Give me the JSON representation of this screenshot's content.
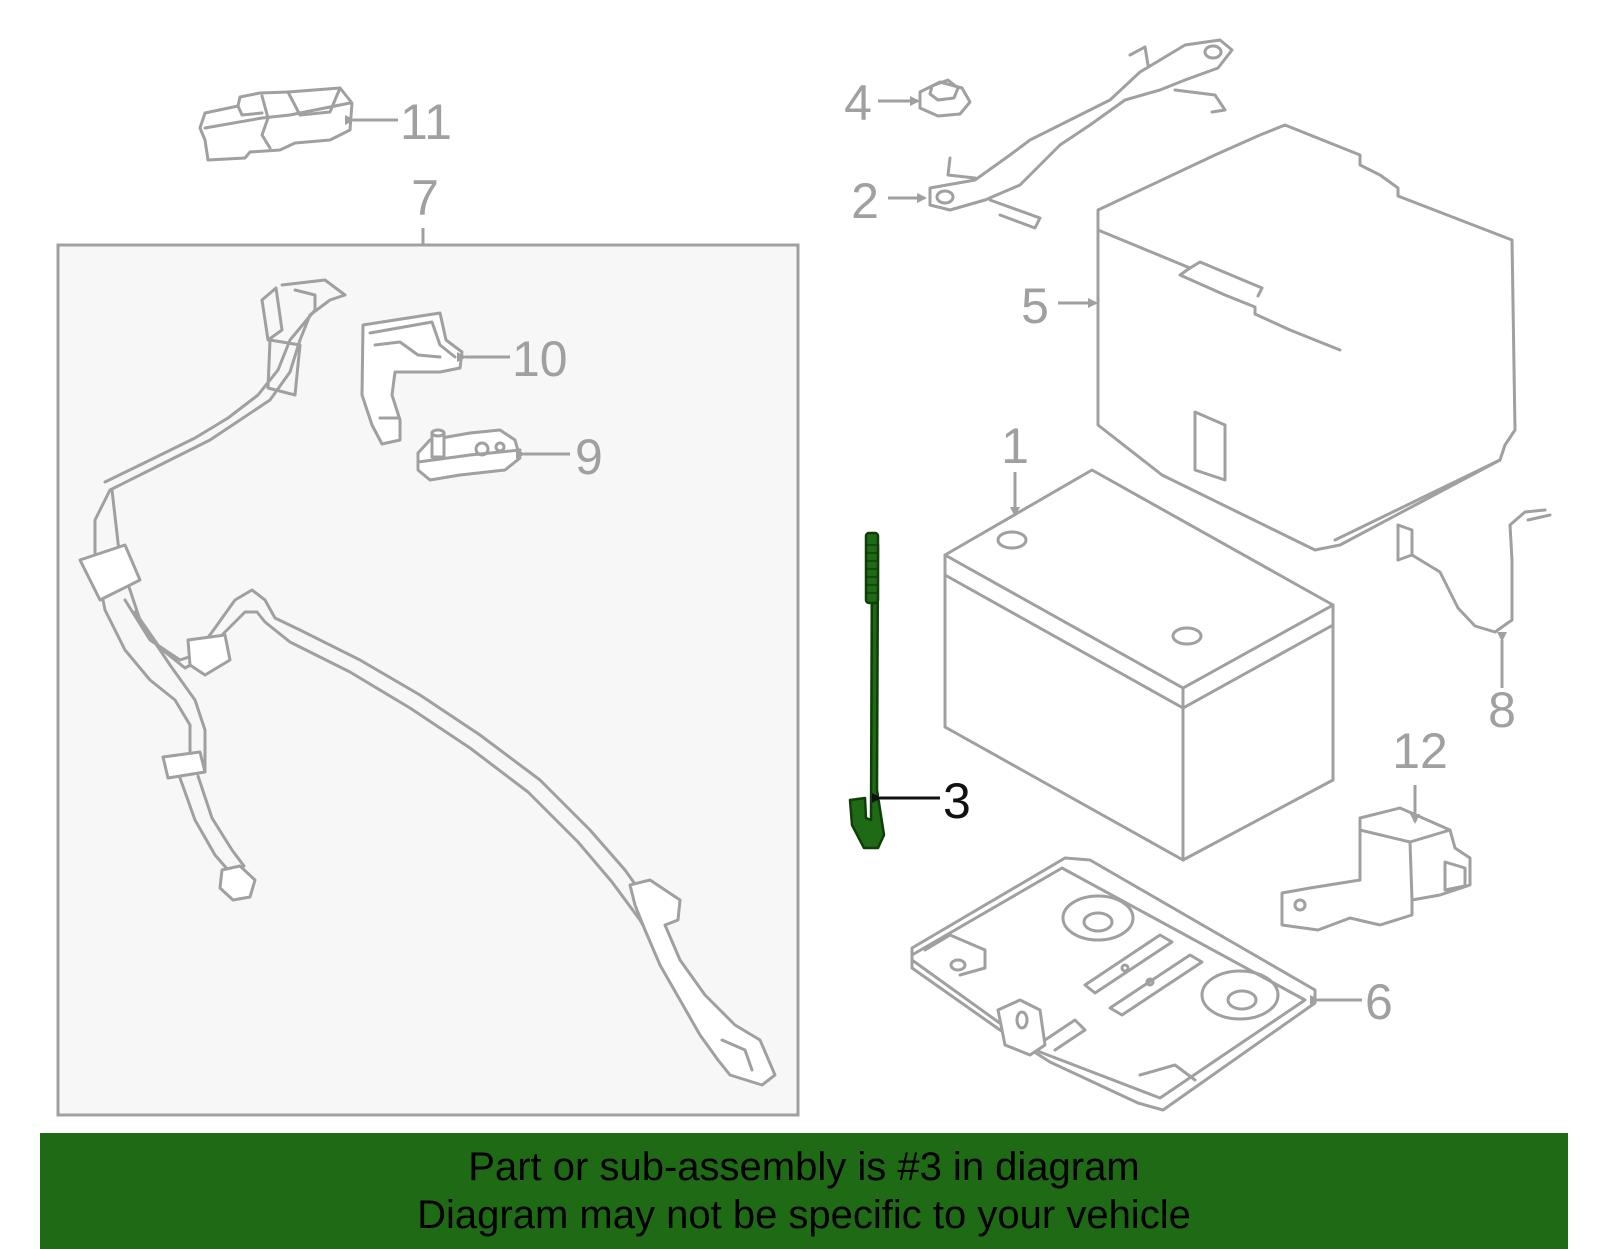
{
  "colors": {
    "part_stroke": "#a0a0a0",
    "highlight": "#1f6a14",
    "highlight_dark": "#103d0a",
    "banner_bg": "#1f6a14",
    "box_bg": "#f7f7f7"
  },
  "callouts": {
    "c1": "1",
    "c2": "2",
    "c3": "3",
    "c4": "4",
    "c5": "5",
    "c6": "6",
    "c7": "7",
    "c8": "8",
    "c9": "9",
    "c10": "10",
    "c11": "11",
    "c12": "12"
  },
  "highlighted_part": "3",
  "banner": {
    "line1": "Part or sub-assembly is #3 in diagram",
    "line2": "Diagram may not be specific to your vehicle"
  }
}
